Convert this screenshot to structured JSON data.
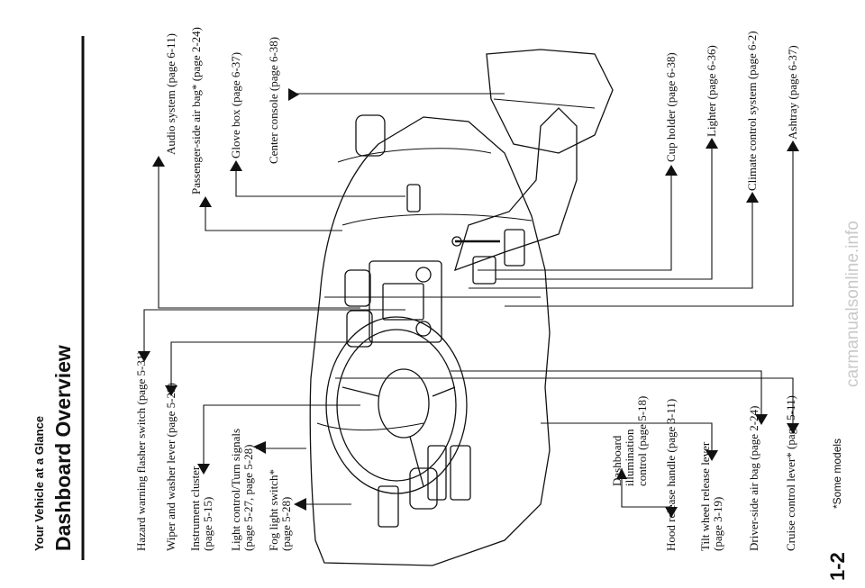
{
  "header": {
    "section": "Your Vehicle at a Glance",
    "title": "Dashboard Overview"
  },
  "left_labels": {
    "hazard": "Hazard warning flasher switch (page 5-31)",
    "wiper": "Wiper and washer lever (page 5-29)",
    "instrument": [
      "Instrument cluster",
      "(page 5-15)"
    ],
    "light": [
      "Light control/Turn signals",
      "(page 5-27, page 5-28)"
    ],
    "fog": [
      "Fog light switch*",
      "(page 5-28)"
    ],
    "hood": "Hood release handle (page 3-11)",
    "dashboard_illum": [
      "Dashboard",
      "illumination",
      "control (page 5-18)"
    ],
    "tilt": [
      "Tilt wheel release lever",
      "(page 3-19)"
    ],
    "driver_airbag": "Driver-side air bag (page 2-24)",
    "cruise": "Cruise control lever* (page 5-11)"
  },
  "right_labels": {
    "audio": "Audio system (page 6-11)",
    "passenger_airbag": "Passenger-side air bag* (page 2-24)",
    "glove": "Glove box (page 6-37)",
    "console": "Center console (page 6-38)",
    "cup": "Cup holder (page 6-38)",
    "lighter": "Lighter (page 6-36)",
    "climate": "Climate control system (page 6-2)",
    "ashtray": "Ashtray (page 6-37)"
  },
  "footer": {
    "page_number": "1-2",
    "note": "*Some models",
    "watermark": "carmanualsonline.info"
  }
}
